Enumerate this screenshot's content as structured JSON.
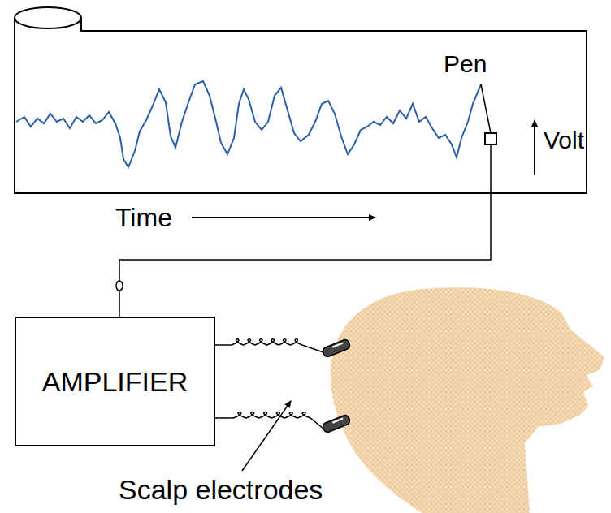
{
  "diagram": {
    "nodes": [
      {
        "text": [
          "AMPLIFIER"
        ]
      }
    ],
    "edges": [],
    "labels": [
      "Pen",
      "Volt",
      "Time",
      "Scalp electrodes"
    ]
  }
}
